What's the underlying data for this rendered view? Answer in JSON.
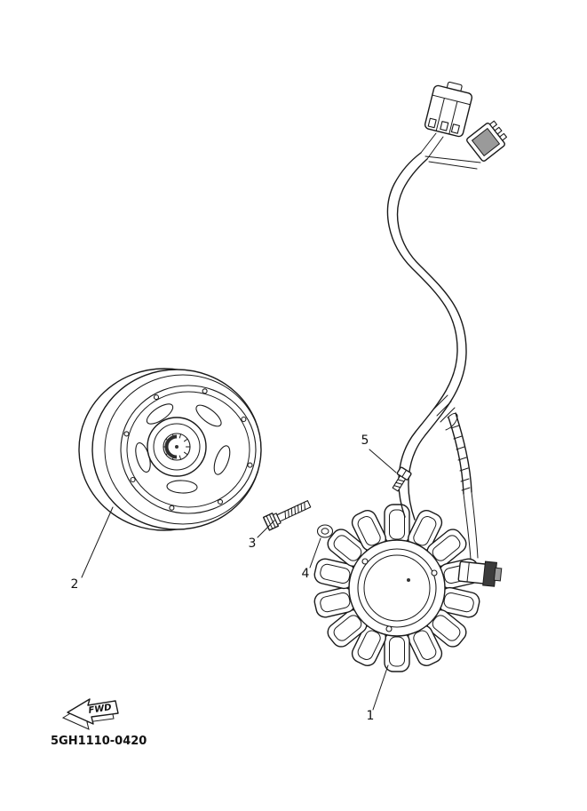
{
  "diagram": {
    "part_code": "5GH1110-0420",
    "fwd_label": "FWD",
    "callouts": {
      "c1": {
        "label": "1",
        "part": "stator-assembly"
      },
      "c2": {
        "label": "2",
        "part": "flywheel-rotor"
      },
      "c3": {
        "label": "3",
        "part": "bolt"
      },
      "c4": {
        "label": "4",
        "part": "washer"
      },
      "c5": {
        "label": "5",
        "part": "screw"
      }
    },
    "colors": {
      "ink": "#1a1a1a",
      "paper": "#ffffff"
    }
  }
}
